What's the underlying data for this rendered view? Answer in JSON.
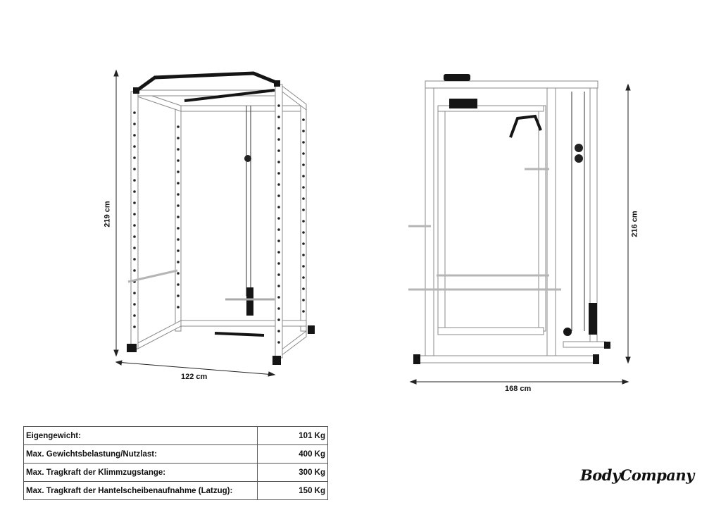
{
  "dimensions": {
    "front_height": "219 cm",
    "front_width": "122 cm",
    "side_height": "216 cm",
    "side_depth": "168 cm"
  },
  "spec_table": {
    "rows": [
      {
        "label": "Eigengewicht:",
        "value": "101 Kg"
      },
      {
        "label": "Max. Gewichtsbelastung/Nutzlast:",
        "value": "400 Kg"
      },
      {
        "label": "Max. Tragkraft der Klimmzugstange:",
        "value": "300 Kg"
      },
      {
        "label": "Max. Tragkraft der Hantelscheibenaufnahme (Latzug):",
        "value": "150 Kg"
      }
    ]
  },
  "logo": {
    "text": "BodyCompany"
  },
  "colors": {
    "frame": "#ffffff",
    "outline": "#8a8a8a",
    "black": "#151515",
    "bar": "#b5b5b5"
  }
}
